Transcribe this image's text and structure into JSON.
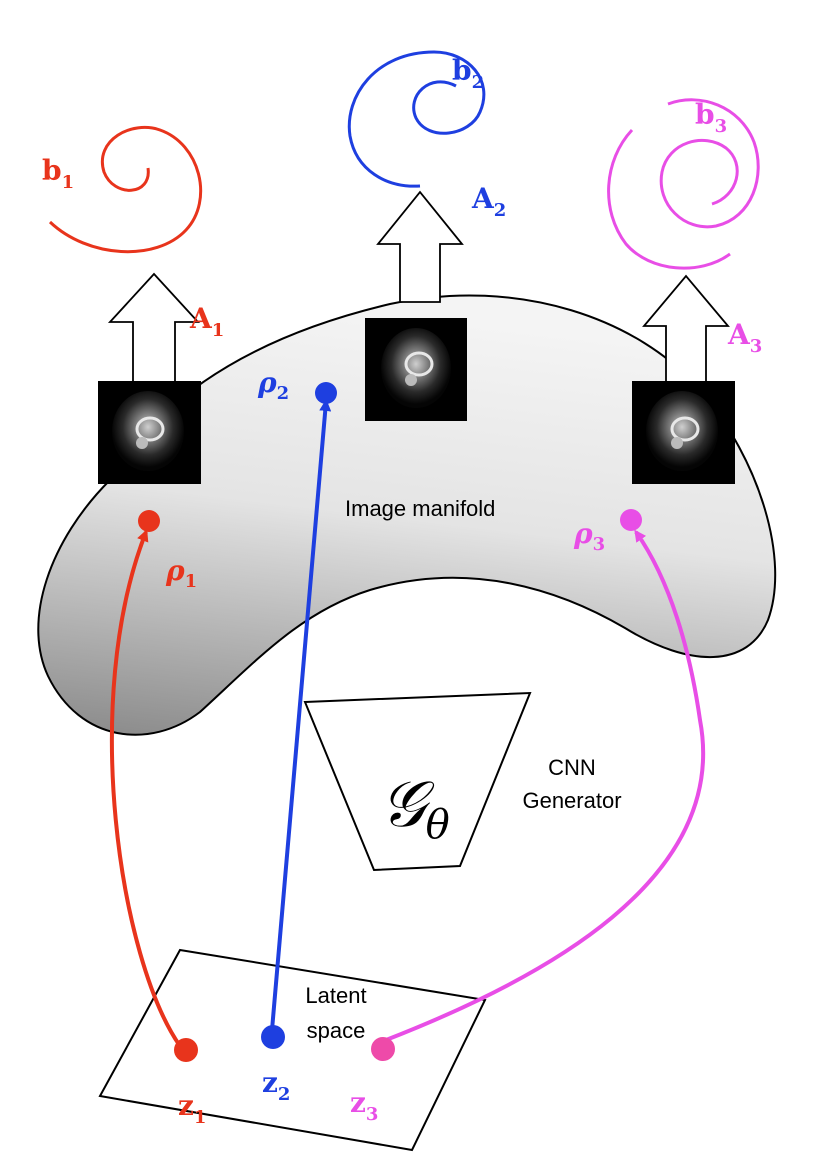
{
  "manifold_label": "Image manifold",
  "generator": {
    "symbol": "𝒢",
    "subscript": "θ",
    "label_line1": "CNN",
    "label_line2": "Generator"
  },
  "latent": {
    "label_line1": "Latent",
    "label_line2": "space"
  },
  "colors": {
    "red": "#e8341c",
    "blue": "#1e3fe0",
    "pink": "#e84ee6",
    "pink_dot": "#ee4aa9",
    "manifold_light": "#f2f2f2",
    "manifold_dark": "#8a8a8a"
  },
  "points": {
    "z1": {
      "base": "z",
      "sub": "1"
    },
    "z2": {
      "base": "z",
      "sub": "2"
    },
    "z3": {
      "base": "z",
      "sub": "3"
    },
    "rho1": {
      "base": "ρ",
      "sub": "1"
    },
    "rho2": {
      "base": "ρ",
      "sub": "2"
    },
    "rho3": {
      "base": "ρ",
      "sub": "3"
    }
  },
  "operators": {
    "A1": {
      "base": "A",
      "sub": "1"
    },
    "A2": {
      "base": "A",
      "sub": "2"
    },
    "A3": {
      "base": "A",
      "sub": "3"
    }
  },
  "measurements": {
    "b1": {
      "base": "b",
      "sub": "1"
    },
    "b2": {
      "base": "b",
      "sub": "2"
    },
    "b3": {
      "base": "b",
      "sub": "3"
    }
  },
  "icons": {
    "image_thumbnail": "cardiac-mri-thumbnail-icon",
    "trajectory": "spiral-trajectory-icon"
  }
}
